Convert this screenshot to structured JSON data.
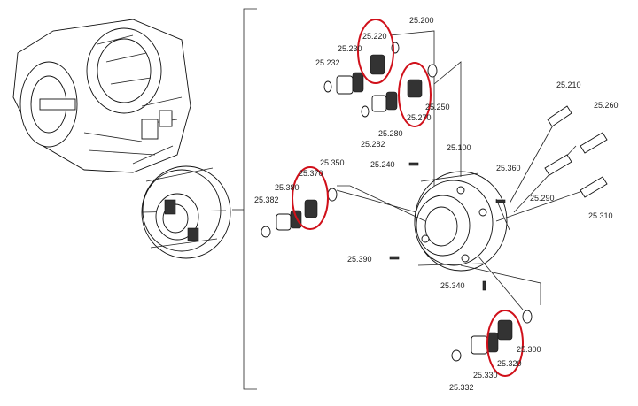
{
  "labels": {
    "p25200": "25.200",
    "p25220": "25.220",
    "p25230": "25.230",
    "p25232": "25.232",
    "p25270": "25.270",
    "p25250": "25.250",
    "p25282": "25.282",
    "p25280": "25.280",
    "p25210": "25.210",
    "p25260": "25.260",
    "p25100": "25.100",
    "p25240": "25.240",
    "p25360": "25.360",
    "p25350": "25.350",
    "p25370": "25.370",
    "p25380": "25.380",
    "p25382": "25.382",
    "p25290": "25.290",
    "p25310": "25.310",
    "p25390": "25.390",
    "p25340": "25.340",
    "p25300": "25.300",
    "p25320": "25.320",
    "p25330": "25.330",
    "p25332": "25.332"
  }
}
